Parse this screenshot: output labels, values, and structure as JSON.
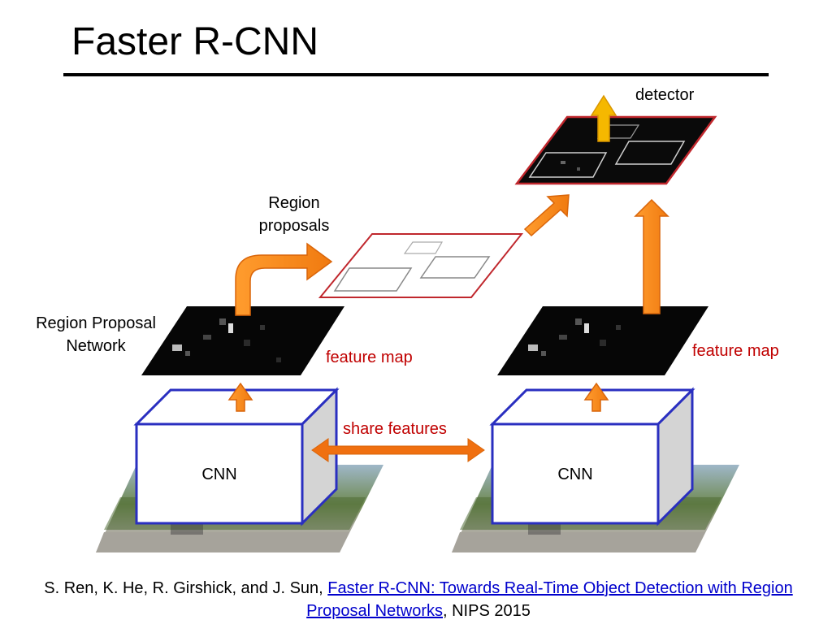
{
  "slide": {
    "title": "Faster R-CNN"
  },
  "diagram": {
    "detector_label": "detector",
    "region_proposals_label_line1": "Region",
    "region_proposals_label_line2": "proposals",
    "rpn_label_line1": "Region Proposal",
    "rpn_label_line2": "Network",
    "feature_map_left": "feature map",
    "feature_map_right": "feature map",
    "share_features": "share features",
    "cnn_left": "CNN",
    "cnn_right": "CNN"
  },
  "citation": {
    "authors": "S. Ren, K. He, R. Girshick, and J. Sun, ",
    "link_text": "Faster R-CNN: Towards Real-Time Object Detection with Region Proposal Networks",
    "venue": ", NIPS 2015"
  },
  "colors": {
    "accent_orange": "#ff8a1c",
    "arrow_dark_orange": "#e26b0a",
    "detector_arrow": "#f5b800",
    "box_outline": "#2a2fc0",
    "label_red": "#c00000",
    "frame_red": "#c0272d"
  }
}
